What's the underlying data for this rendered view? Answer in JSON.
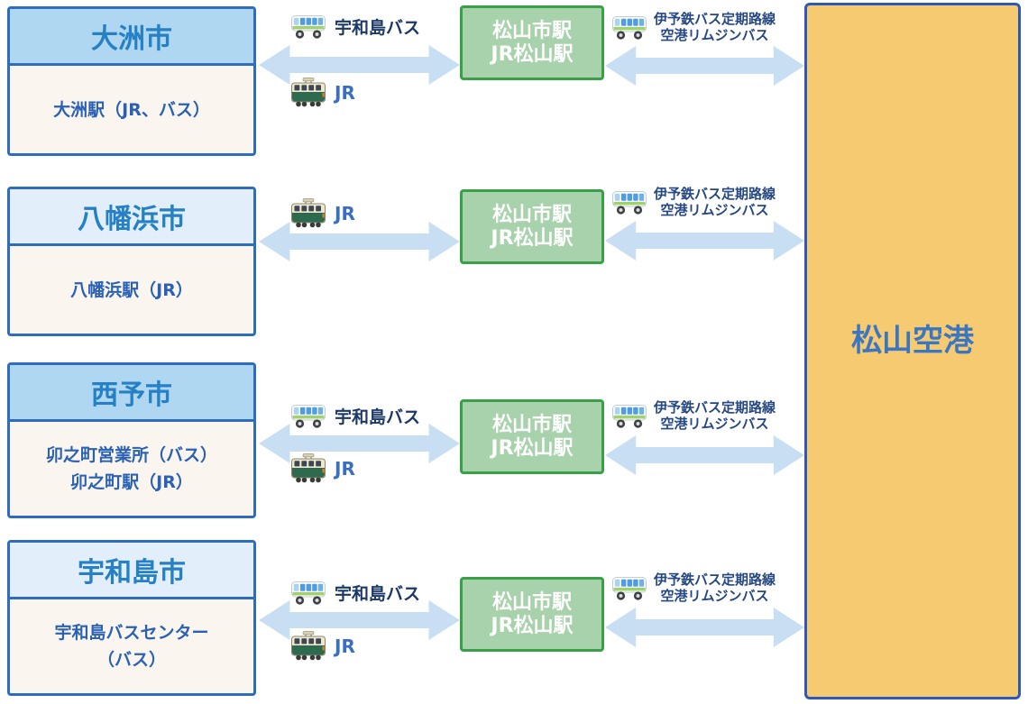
{
  "colors": {
    "city_header_fill_dark": "#AFD7F2",
    "city_header_fill_light": "#E2EFFA",
    "city_body_fill": "#FAF6EF",
    "box_border_blue": "#2E6DBE",
    "hub_fill": "#A8D2AB",
    "hub_border_green": "#3AA047",
    "airport_fill": "#F6CA70",
    "airport_border_blue": "#2D5AB8",
    "arrow_fill": "#C8DFF3",
    "city_title_text": "#2580C6",
    "station_text": "#2A61B5",
    "bus_label_text": "#1C3966",
    "jr_label_text": "#3A6EC2",
    "airport_text": "#3A76C2"
  },
  "airport": {
    "label": "松山空港"
  },
  "hub": {
    "line1": "松山市駅",
    "line2": "JR松山駅"
  },
  "modes": {
    "uwajima_bus": "宇和島バス",
    "jr": "JR"
  },
  "airport_route": {
    "line1": "伊予鉄バス定期路線",
    "line2": "空港リムジンバス"
  },
  "cities": [
    {
      "name": "大洲市",
      "station_line1": "大洲駅（JR、バス）",
      "station_line2": ""
    },
    {
      "name": "八幡浜市",
      "station_line1": "八幡浜駅（JR）",
      "station_line2": ""
    },
    {
      "name": "西予市",
      "station_line1": "卯之町営業所（バス）",
      "station_line2": "卯之町駅（JR）"
    },
    {
      "name": "宇和島市",
      "station_line1": "宇和島バスセンター",
      "station_line2": "（バス）"
    }
  ]
}
